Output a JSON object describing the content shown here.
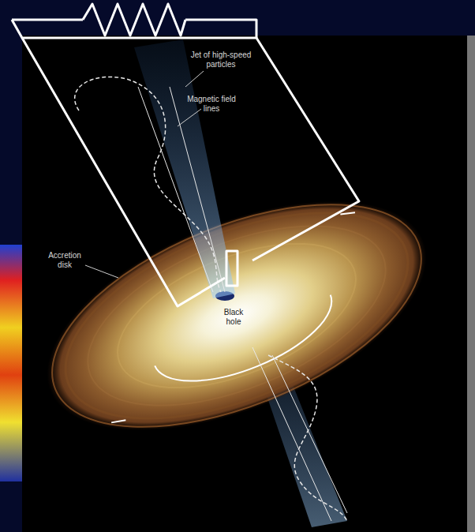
{
  "diagram": {
    "labels": [
      "Jet of high-speed particles",
      "Magnetic field lines",
      "Accretion disk",
      "Black hole"
    ]
  }
}
